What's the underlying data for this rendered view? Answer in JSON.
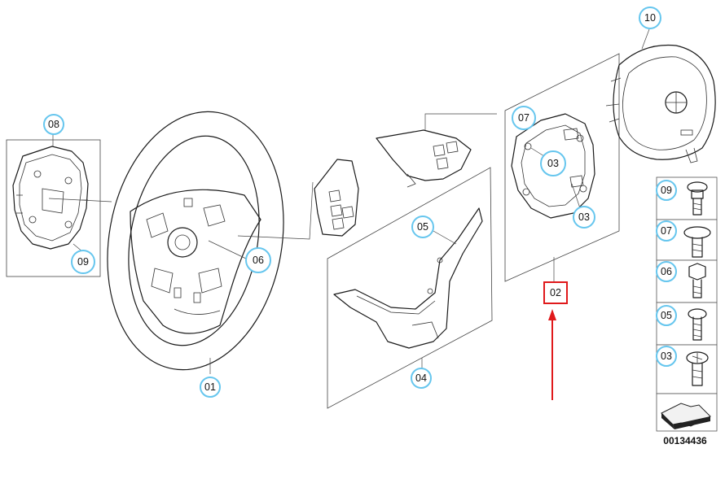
{
  "diagram": {
    "reference_number": "00134436",
    "highlight_color": "#e0191b",
    "callout_color": "#66c6ee",
    "callouts": {
      "c01": "01",
      "c02": "02",
      "c03a": "03",
      "c03b": "03",
      "c04": "04",
      "c05": "05",
      "c06": "06",
      "c07": "07",
      "c08": "08",
      "c09": "09",
      "c10": "10"
    },
    "fastener_panel": [
      "09",
      "07",
      "06",
      "05",
      "03"
    ],
    "icons": [
      "steering-wheel-icon",
      "airbag-icon",
      "bolt-icon",
      "arrow-icon"
    ]
  }
}
